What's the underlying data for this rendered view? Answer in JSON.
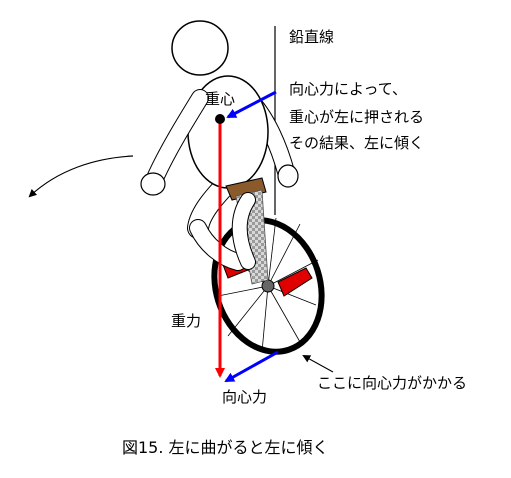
{
  "labels": {
    "vertical_line": "鉛直線",
    "center_of_gravity": "重心",
    "explanation_line1": "向心力によって、",
    "explanation_line2": "重心が左に押される",
    "explanation_line3": "その結果、左に傾く",
    "gravity": "重力",
    "centripetal_bottom": "向心力",
    "contact_point_note": "ここに向心力がかかる"
  },
  "caption": "図15. 左に曲がると左に傾く",
  "colors": {
    "gravity_arrow": "#ff0000",
    "centripetal_arrow": "#0000ff",
    "saddle": "#8a5a2b",
    "pedals": "#e00000",
    "wheel": "#000000"
  }
}
